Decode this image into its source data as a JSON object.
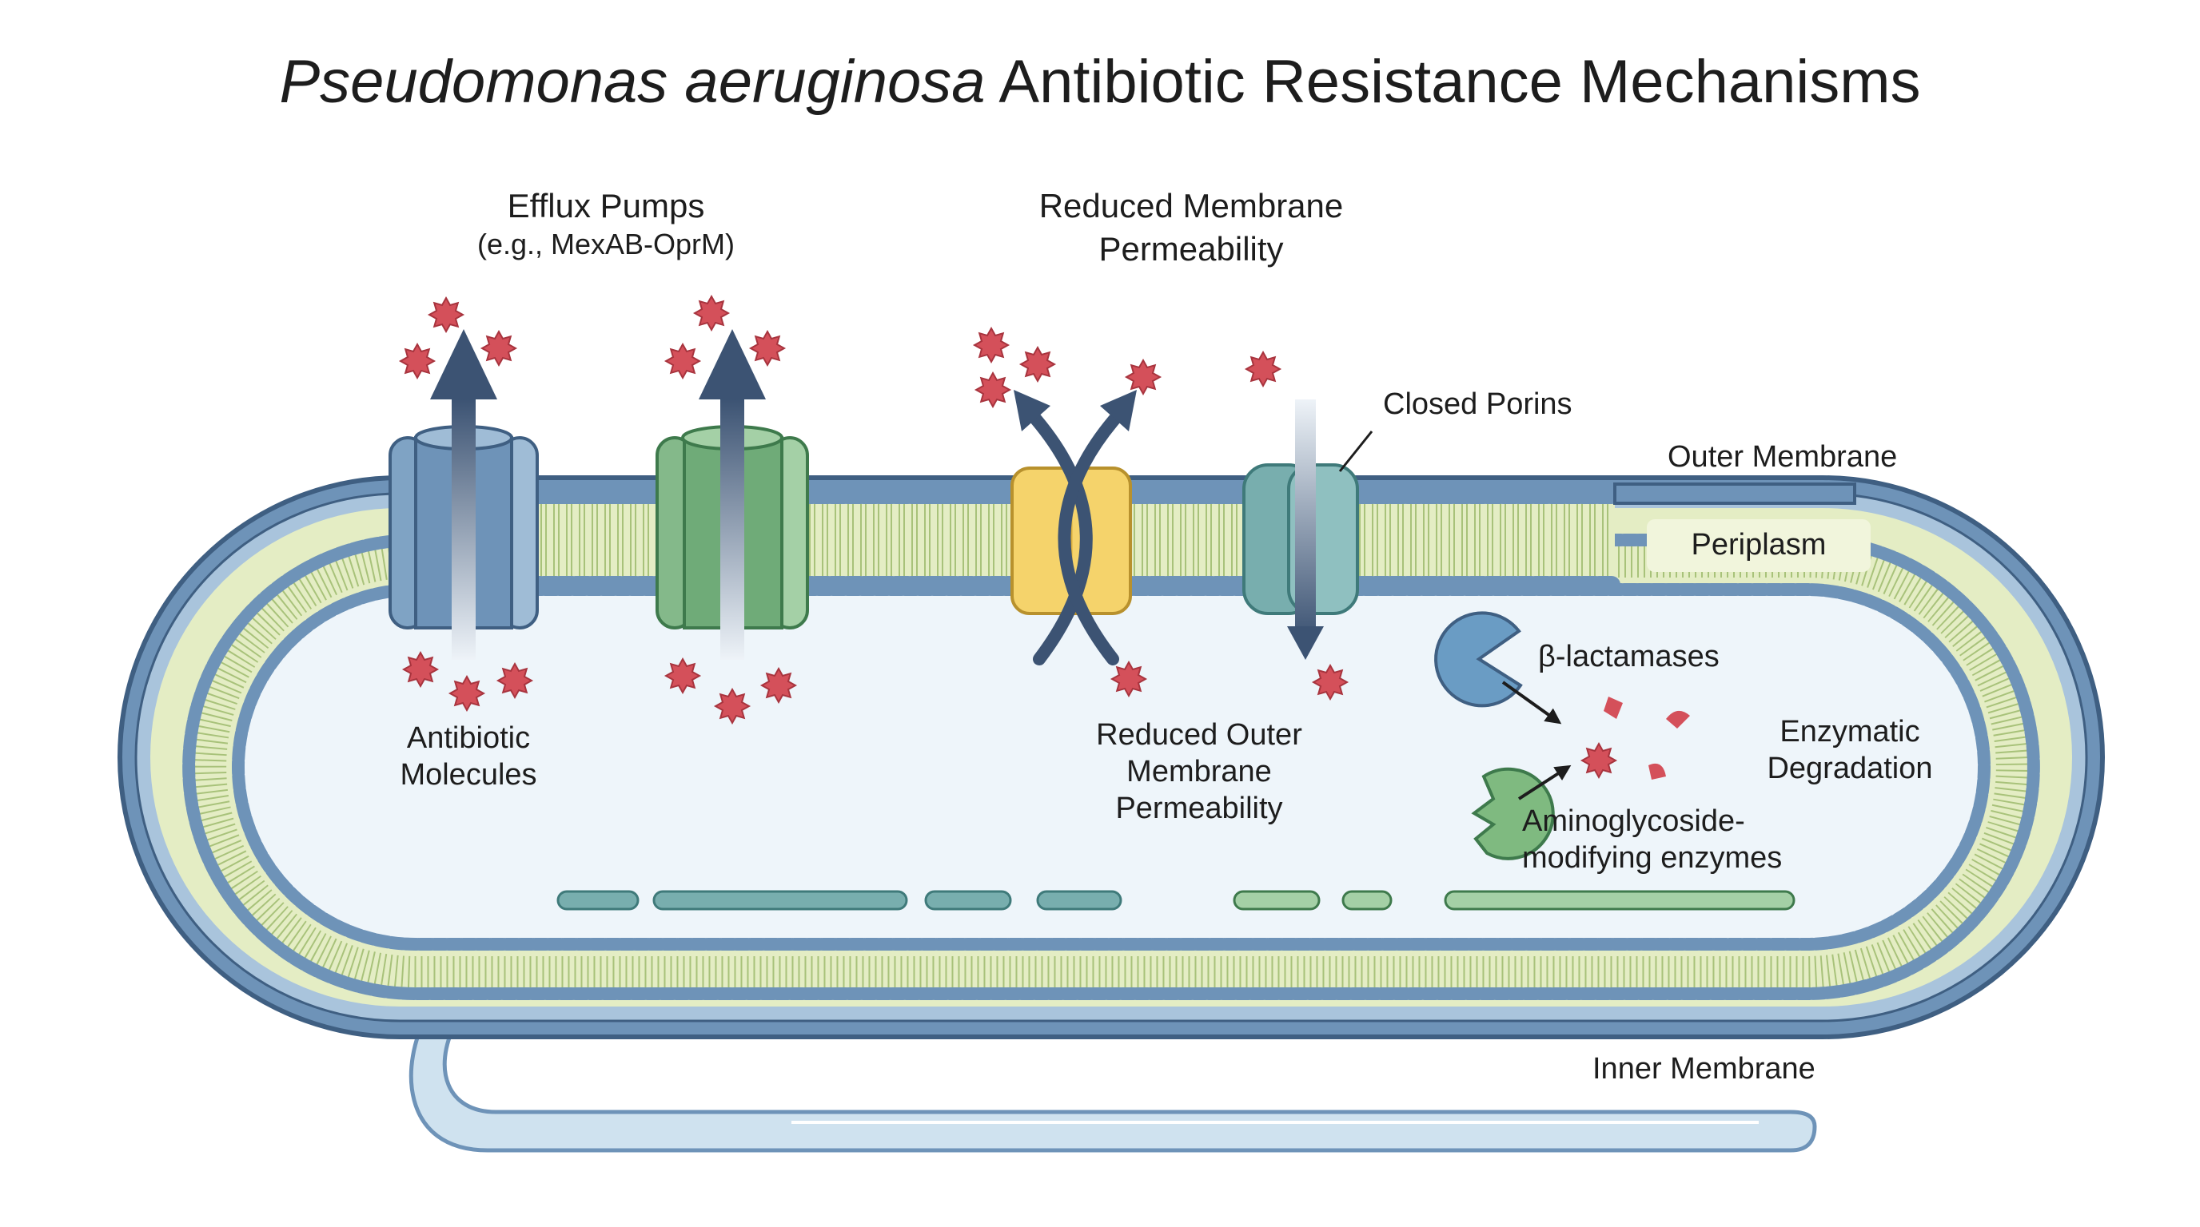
{
  "title": {
    "italic": "Pseudomonas aeruginosa",
    "rest": " Antibiotic Resistance Mechanisms"
  },
  "labels": {
    "efflux_title": "Efflux Pumps",
    "efflux_subtitle": "(e.g., MexAB-OprM)",
    "reduced_perm_line1": "Reduced Membrane",
    "reduced_perm_line2": "Permeability",
    "closed_porins": "Closed Porins",
    "outer_membrane": "Outer Membrane",
    "periplasm": "Periplasm",
    "antibiotic_line1": "Antibiotic",
    "antibiotic_line2": "Molecules",
    "reduced_outer_line1": "Reduced Outer",
    "reduced_outer_line2": "Membrane",
    "reduced_outer_line3": "Permeability",
    "beta_lactamases": "β-lactamases",
    "enzymatic_line1": "Enzymatic",
    "enzymatic_line2": "Degradation",
    "aminoglycoside_line1": "Aminoglycoside-",
    "aminoglycoside_line2": "modifying enzymes",
    "inner_membrane": "Inner Membrane"
  },
  "colors": {
    "membrane_blue": "#6e93b8",
    "membrane_dark": "#3f5f82",
    "periplasm_green": "#e4edc4",
    "cytoplasm": "#eef5fa",
    "efflux_blue": "#7fa3c4",
    "efflux_green": "#84b98a",
    "porin_yellow": "#f5d36b",
    "porin_teal": "#78aeae",
    "antibiotic_red": "#d4505a",
    "arrow_dark": "#3c5373",
    "enzyme_blue": "#6a9cc4",
    "enzyme_green": "#7fba80"
  },
  "icons": {
    "antibiotic": "antibiotic-star-icon",
    "efflux_arrow": "up-arrow-icon",
    "porin_arrow": "down-arrow-icon",
    "beta_lactamase": "pacman-enzyme-icon",
    "aminoglycoside_enzyme": "notched-enzyme-icon"
  }
}
